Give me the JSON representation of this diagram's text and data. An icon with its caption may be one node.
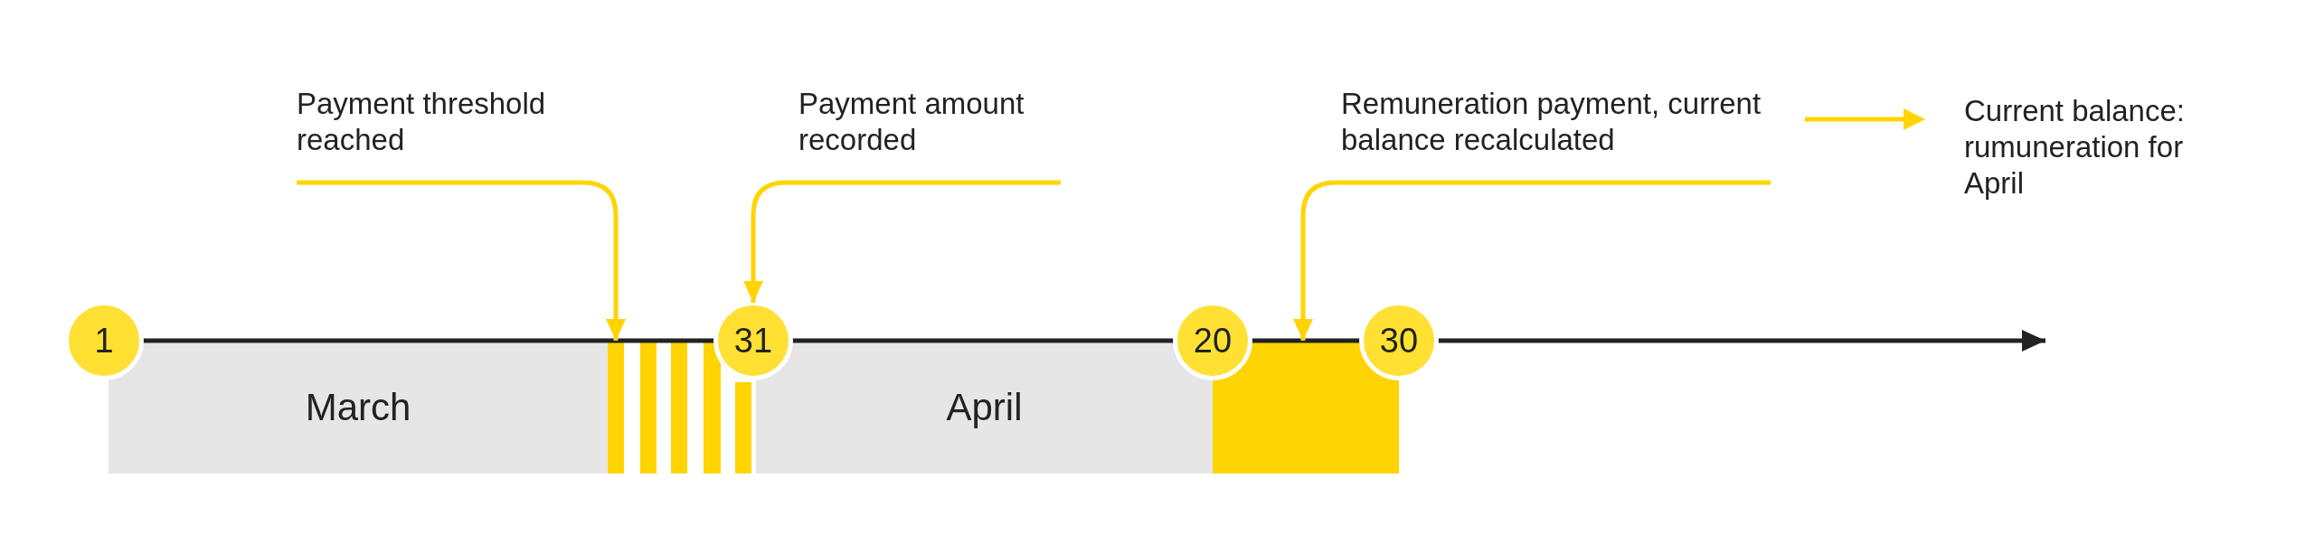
{
  "diagram": {
    "nodes": [
      {
        "text": [
          "Payment threshold reached"
        ]
      },
      {
        "text": [
          "Payment amount recorded"
        ]
      },
      {
        "text": [
          "Remuneration payment, current balance recalculated"
        ]
      },
      {
        "text": [
          "1"
        ]
      },
      {
        "text": [
          "31"
        ]
      },
      {
        "text": [
          "20"
        ]
      },
      {
        "text": [
          "30"
        ]
      },
      {
        "text": [
          "March"
        ]
      },
      {
        "text": [],
        "shape": "bar"
      },
      {
        "text": [],
        "shape": "bar"
      },
      {
        "text": [],
        "shape": "bar"
      },
      {
        "text": [],
        "shape": "bar"
      },
      {
        "text": [],
        "shape": "bar"
      },
      {
        "text": [
          "April"
        ]
      },
      {
        "text": [],
        "shape": "bar"
      }
    ],
    "edges": [
      {
        "from": 0,
        "to": 8,
        "arrow": "to"
      },
      {
        "from": 1,
        "to": 4,
        "arrow": "to"
      },
      {
        "from": 2,
        "to": 14,
        "arrow": "to"
      }
    ],
    "legend": [
      {
        "text": "Current balance: rumuneration for April"
      }
    ]
  }
}
